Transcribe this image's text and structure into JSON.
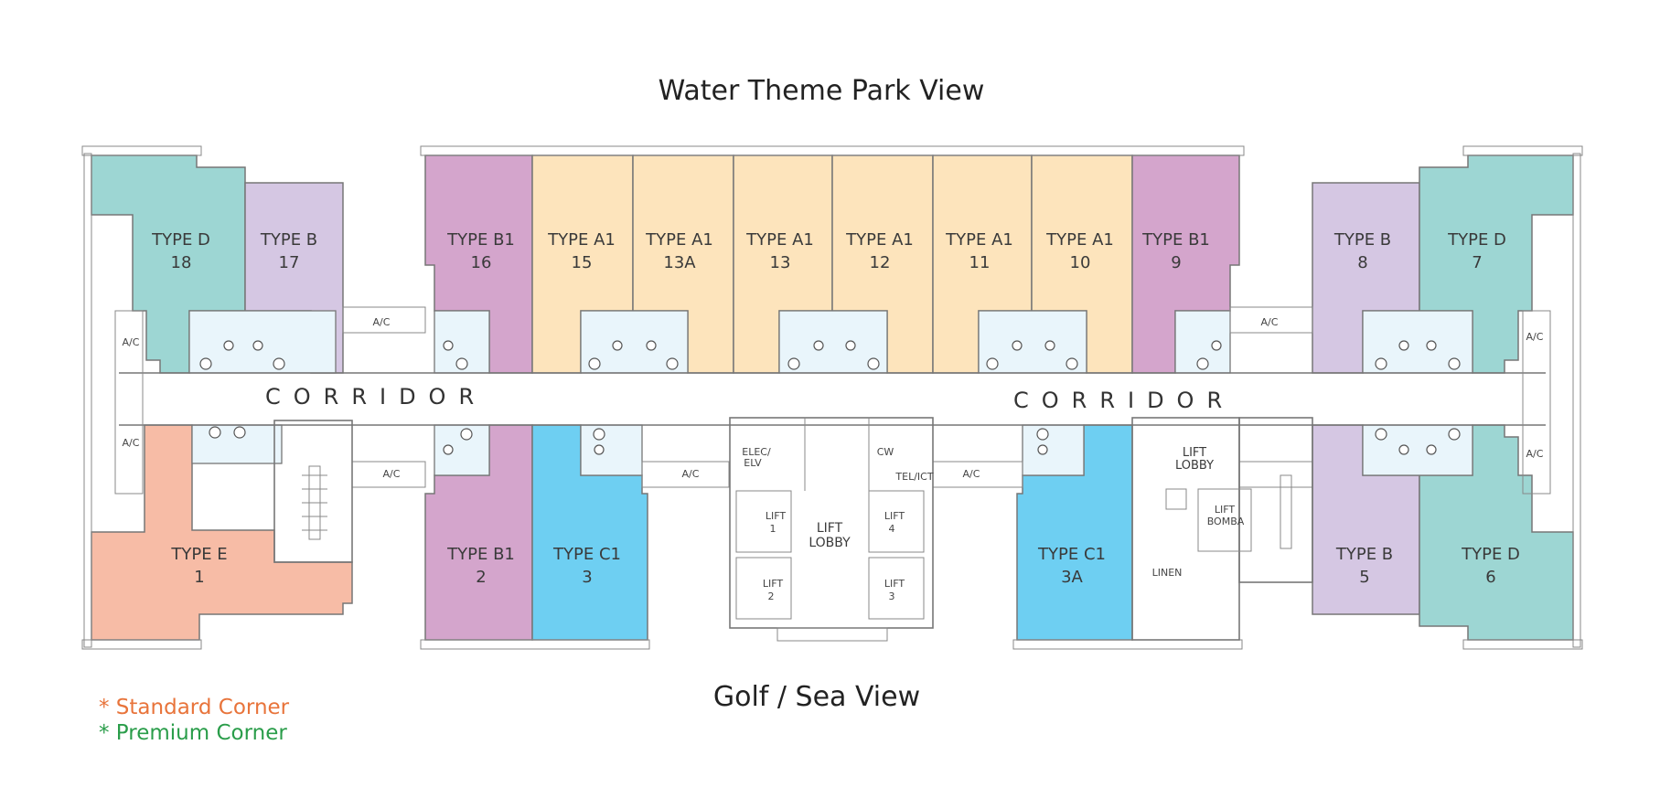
{
  "top_view": "Water Theme Park View",
  "bottom_view": "Golf / Sea View",
  "corridor_left": "CORRIDOR",
  "corridor_right": "CORRIDOR",
  "legend": {
    "standard": "* Standard Corner",
    "premium": "* Premium Corner",
    "standard_color": "#e8743b",
    "premium_color": "#2a9d4a"
  },
  "colors": {
    "type_d": "#9dd6d3",
    "type_b": "#d5c7e3",
    "type_b1": "#d4a5cc",
    "type_a1": "#fde4bc",
    "type_c1": "#6ecff2",
    "type_e": "#f7bca6"
  },
  "units": [
    {
      "type": "TYPE D",
      "num": "18"
    },
    {
      "type": "TYPE B",
      "num": "17"
    },
    {
      "type": "TYPE B1",
      "num": "16"
    },
    {
      "type": "TYPE A1",
      "num": "15"
    },
    {
      "type": "TYPE A1",
      "num": "13A"
    },
    {
      "type": "TYPE A1",
      "num": "13"
    },
    {
      "type": "TYPE A1",
      "num": "12"
    },
    {
      "type": "TYPE A1",
      "num": "11"
    },
    {
      "type": "TYPE A1",
      "num": "10"
    },
    {
      "type": "TYPE B1",
      "num": "9"
    },
    {
      "type": "TYPE B",
      "num": "8"
    },
    {
      "type": "TYPE D",
      "num": "7"
    },
    {
      "type": "TYPE E",
      "num": "1"
    },
    {
      "type": "TYPE B1",
      "num": "2"
    },
    {
      "type": "TYPE C1",
      "num": "3"
    },
    {
      "type": "TYPE C1",
      "num": "3A"
    },
    {
      "type": "TYPE B",
      "num": "5"
    },
    {
      "type": "TYPE D",
      "num": "6"
    }
  ],
  "rooms": {
    "elec": "ELEC/",
    "elv": "ELV",
    "cw": "CW",
    "telict": "TEL/ICT",
    "lobby1_a": "LIFT",
    "lobby1_b": "LOBBY",
    "lift1_a": "LIFT",
    "lift1_b": "1",
    "lift2_a": "LIFT",
    "lift2_b": "2",
    "lift3_a": "LIFT",
    "lift3_b": "3",
    "lift4_a": "LIFT",
    "lift4_b": "4",
    "lobby2_a": "LIFT",
    "lobby2_b": "LOBBY",
    "bomba_a": "LIFT",
    "bomba_b": "BOMBA",
    "linen": "LINEN"
  },
  "ac_label": "A/C"
}
